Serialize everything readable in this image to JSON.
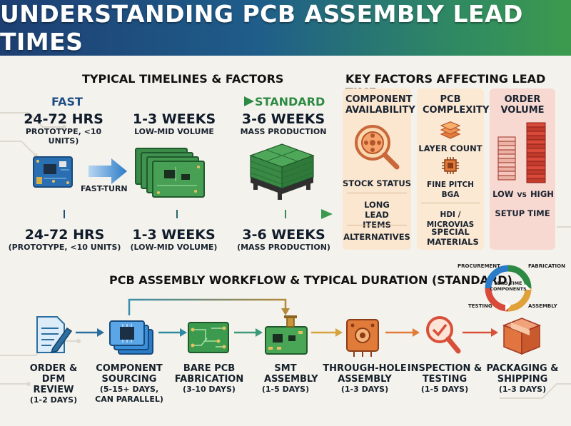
{
  "title": "UNDERSTANDING PCB ASSEMBLY LEAD TIMES",
  "timelines": {
    "title": "TYPICAL TIMELINES & FACTORS",
    "fast_label": "FAST",
    "standard_label": "STANDARD",
    "fast_turn_label": "FAST-TURN",
    "top": [
      {
        "duration": "24-72 HRS",
        "desc": "PROTOTYPE, <10 UNITS)"
      },
      {
        "duration": "1-3 WEEKS",
        "desc": "LOW-MID VOLUME"
      },
      {
        "duration": "3-6 WEEKS",
        "desc": "MASS PRODUCTION"
      }
    ],
    "bottom": [
      {
        "duration": "24-72 HRS",
        "desc": "(PROTOTYPE, <10 UNITS)"
      },
      {
        "duration": "1-3 WEEKS",
        "desc": "(LOW-MID VOLUME)"
      },
      {
        "duration": "3-6 WEEKS",
        "desc": "(MASS PRODUCTION)"
      }
    ]
  },
  "key_factors": {
    "title": "KEY FACTORS AFFECTING LEAD TIME",
    "columns": [
      {
        "heading": "COMPONENT AVAILABILITY",
        "items": [
          "STOCK STATUS",
          "LONG LEAD ITEMS",
          "ALTERNATIVES"
        ]
      },
      {
        "heading": "PCB COMPLEXITY",
        "items": [
          "LAYER COUNT",
          "FINE PITCH BGA",
          "HDI / MICROVIAS",
          "SPECIAL MATERIALS"
        ]
      },
      {
        "heading": "ORDER VOLUME",
        "items": [
          "LOW",
          "VS",
          "HIGH",
          "SETUP TIME"
        ]
      }
    ]
  },
  "workflow": {
    "title": "PCB ASSEMBLY WORKFLOW & TYPICAL DURATION (STANDARD)",
    "steps": [
      {
        "label": "ORDER & DFM REVIEW",
        "duration": "(1-2 DAYS)"
      },
      {
        "label": "COMPONENT SOURCING",
        "duration": "(5-15+ DAYS, CAN PARALLEL)"
      },
      {
        "label": "BARE PCB FABRICATION",
        "duration": "(3-10 DAYS)"
      },
      {
        "label": "SMT ASSEMBLY",
        "duration": "(1-5 DAYS)"
      },
      {
        "label": "THROUGH-HOLE ASSEMBLY",
        "duration": "(1-3 DAYS)"
      },
      {
        "label": "INSPECTION & TESTING",
        "duration": "(1-5 DAYS)"
      },
      {
        "label": "PACKAGING & SHIPPING",
        "duration": "(1-3 DAYS)"
      }
    ],
    "cycle": {
      "center": "LEAD TIME COMPONENTS",
      "labels": [
        "PROCUREMENT",
        "FABRICATION",
        "ASSEMBLY",
        "TESTING"
      ]
    }
  },
  "colors": {
    "blue": "#1f4f86",
    "green": "#2d8a44",
    "orange": "#e08a3a",
    "red": "#d94a3a",
    "panel1": "#fbe7cf",
    "panel2": "#fbe9d3",
    "panel3": "#f8d9d2"
  }
}
